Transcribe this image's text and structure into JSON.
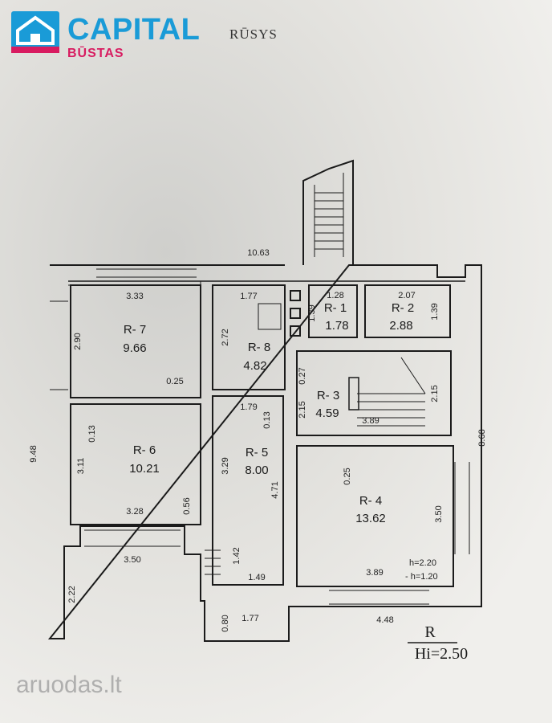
{
  "brand": {
    "name": "CAPITAL",
    "sub": "BŪSTAS",
    "primary_color": "#1a9bd7",
    "accent_color": "#d81b60"
  },
  "floor_label": "RŪSYS",
  "watermark": "aruodas.lt",
  "legend": {
    "letter": "R",
    "height": "Hi=2.50"
  },
  "rooms": [
    {
      "id": "R- 1",
      "area": "1.78"
    },
    {
      "id": "R- 2",
      "area": "2.88"
    },
    {
      "id": "R- 3",
      "area": "4.59"
    },
    {
      "id": "R- 4",
      "area": "13.62"
    },
    {
      "id": "R- 5",
      "area": "8.00"
    },
    {
      "id": "R- 6",
      "area": "10.21"
    },
    {
      "id": "R- 7",
      "area": "9.66"
    },
    {
      "id": "R- 8",
      "area": "4.82"
    }
  ],
  "dimensions": {
    "total_width": "10.63",
    "total_height": "9.48",
    "right_height": "8.68",
    "r7_w": "3.33",
    "r7_h": "2.90",
    "r7_sill": "0.25",
    "r8_w": "1.77",
    "r8_h": "2.72",
    "r8_b": "1.79",
    "r1_w": "1.28",
    "r1_h": "1.39",
    "r2_w": "2.07",
    "r2_h": "1.39",
    "r3_h1": "0.27",
    "r3_h2": "2.15",
    "r3_h3": "2.15",
    "r3_w": "3.89",
    "r6_top": "0.13",
    "r6_h": "3.11",
    "r6_w": "3.28",
    "r6_side": "0.56",
    "r6_bottom": "3.50",
    "r5_top": "0.13",
    "r5_h": "3.29",
    "r5_side": "4.71",
    "r5_h2": "1.42",
    "r5_w": "1.49",
    "r4_top": "0.25",
    "r4_h": "3.50",
    "r4_w": "3.89",
    "r4_h_a": "h=2.20",
    "r4_h_b": "- h=1.20",
    "bottom_w": "4.48",
    "left_ext": "2.22",
    "stair_h": "0.80",
    "stair_w": "1.77"
  }
}
